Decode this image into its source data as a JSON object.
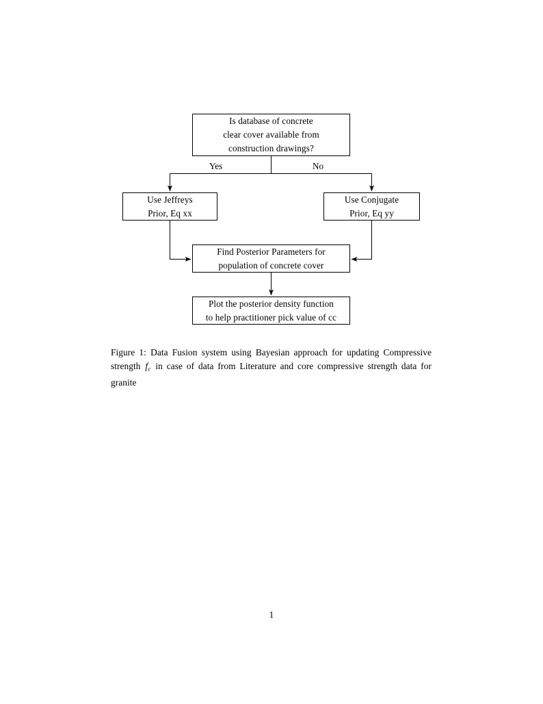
{
  "document": {
    "page_number": "1"
  },
  "figure": {
    "nodes": {
      "decision": {
        "line1": "Is database of concrete",
        "line2": "clear cover available from",
        "line3": "construction drawings?"
      },
      "jeffreys": {
        "line1": "Use Jeffreys",
        "line2": "Prior, Eq xx"
      },
      "conjugate": {
        "line1": "Use Conjugate",
        "line2": "Prior, Eq yy"
      },
      "posterior": {
        "line1": "Find Posterior Parameters for",
        "line2": "population of concrete cover"
      },
      "plot": {
        "line1": "Plot the posterior density function",
        "line2": "to help practitioner pick value of cc"
      }
    },
    "edge_labels": {
      "yes": "Yes",
      "no": "No"
    },
    "caption": {
      "label": "Figure 1:",
      "text_before_math": " Data Fusion system using Bayesian approach for updating Compressive strength ",
      "math_base": "f",
      "math_sub": "c",
      "text_after_math": " in case of data from Literature and core compressive strength data for granite"
    }
  },
  "style": {
    "ink": "#000000",
    "paper": "#ffffff"
  }
}
